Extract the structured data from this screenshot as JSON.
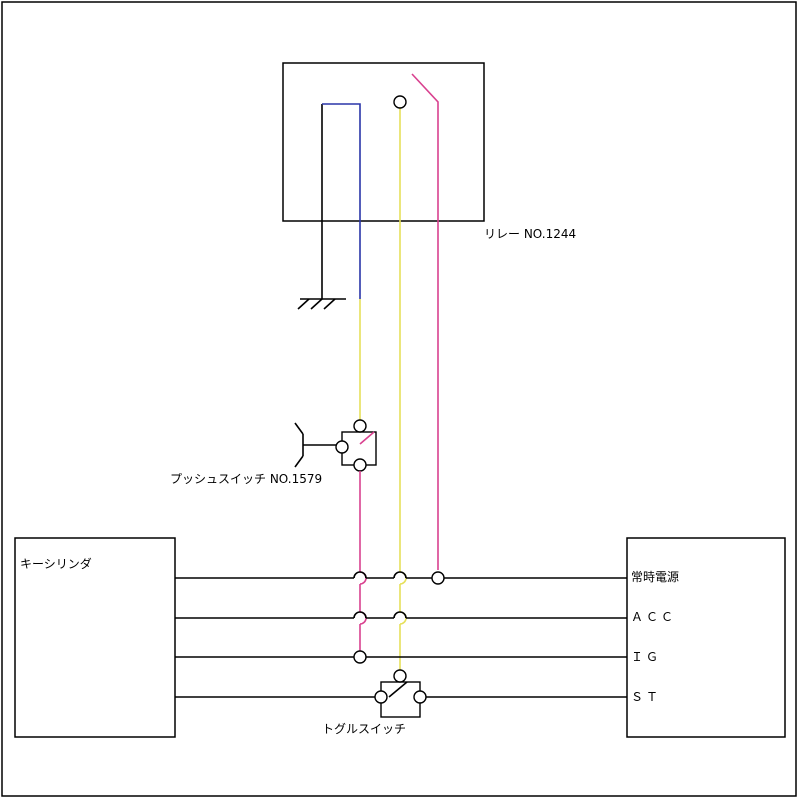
{
  "labels": {
    "relay": "リレー NO.1244",
    "push_switch": "プッシュスイッチ NO.1579",
    "key_cylinder": "キーシリンダ",
    "toggle_switch": "トグルスイッチ",
    "terminal_constant": "常時電源",
    "terminal_acc": "ＡＣＣ",
    "terminal_ig": "ＩＧ",
    "terminal_st": "ＳＴ"
  },
  "colors": {
    "blue_wire": "#2a35a8",
    "yellow_wire": "#e6e05a",
    "pink_wire": "#d9418f",
    "black_wire": "#000000"
  }
}
